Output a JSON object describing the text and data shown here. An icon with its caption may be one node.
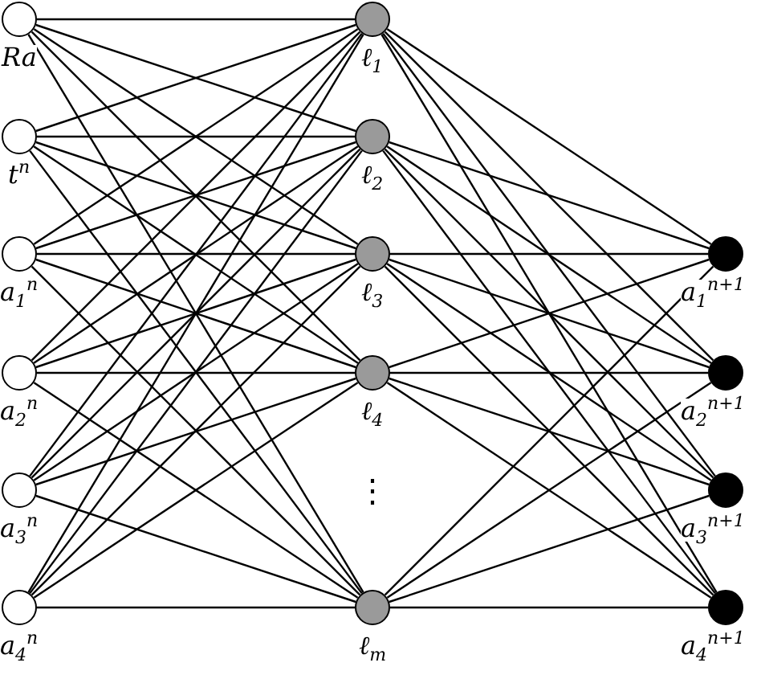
{
  "diagram": {
    "nodes": [
      {
        "text": [],
        "shape": "circle",
        "beside": [
          "Ra"
        ]
      },
      {
        "text": [],
        "shape": "circle",
        "beside": [
          "t$^{n}$"
        ]
      },
      {
        "text": [],
        "shape": "circle",
        "beside": [
          "a$_{1}$$^{n}$"
        ]
      },
      {
        "text": [],
        "shape": "circle",
        "beside": [
          "a$_{2}$$^{n}$"
        ]
      },
      {
        "text": [],
        "shape": "circle",
        "beside": [
          "a$_{3}$$^{n}$"
        ]
      },
      {
        "text": [],
        "shape": "circle",
        "beside": [
          "a$_{4}$$^{n}$"
        ]
      },
      {
        "text": [],
        "shape": "circle",
        "beside": [
          "ℓ$_{1}$"
        ]
      },
      {
        "text": [],
        "shape": "circle",
        "beside": [
          "ℓ$_{2}$"
        ]
      },
      {
        "text": [],
        "shape": "circle",
        "beside": [
          "ℓ$_{3}$"
        ]
      },
      {
        "text": [],
        "shape": "circle",
        "beside": [
          "ℓ$_{4}$"
        ]
      },
      {
        "text": [],
        "shape": "circle",
        "beside": [
          "ℓ$_{m}$"
        ]
      },
      {
        "text": [],
        "shape": "circle",
        "beside": [
          "a$_{1}$$^{n+1}$"
        ]
      },
      {
        "text": [],
        "shape": "circle",
        "beside": [
          "a$_{2}$$^{n+1}$"
        ]
      },
      {
        "text": [],
        "shape": "circle",
        "beside": [
          "a$_{3}$$^{n+1}$"
        ]
      },
      {
        "text": [],
        "shape": "circle",
        "beside": [
          "a$_{4}$$^{n+1}$"
        ]
      }
    ],
    "edges": [
      {
        "from": 0,
        "to": 6,
        "arrow": "none"
      },
      {
        "from": 0,
        "to": 7,
        "arrow": "none"
      },
      {
        "from": 0,
        "to": 8,
        "arrow": "none"
      },
      {
        "from": 0,
        "to": 9,
        "arrow": "none"
      },
      {
        "from": 0,
        "to": 10,
        "arrow": "none"
      },
      {
        "from": 1,
        "to": 6,
        "arrow": "none"
      },
      {
        "from": 1,
        "to": 7,
        "arrow": "none"
      },
      {
        "from": 1,
        "to": 8,
        "arrow": "none"
      },
      {
        "from": 1,
        "to": 9,
        "arrow": "none"
      },
      {
        "from": 1,
        "to": 10,
        "arrow": "none"
      },
      {
        "from": 2,
        "to": 6,
        "arrow": "none"
      },
      {
        "from": 2,
        "to": 7,
        "arrow": "none"
      },
      {
        "from": 2,
        "to": 8,
        "arrow": "none"
      },
      {
        "from": 2,
        "to": 9,
        "arrow": "none"
      },
      {
        "from": 2,
        "to": 10,
        "arrow": "none"
      },
      {
        "from": 3,
        "to": 6,
        "arrow": "none"
      },
      {
        "from": 3,
        "to": 7,
        "arrow": "none"
      },
      {
        "from": 3,
        "to": 8,
        "arrow": "none"
      },
      {
        "from": 3,
        "to": 9,
        "arrow": "none"
      },
      {
        "from": 3,
        "to": 10,
        "arrow": "none"
      },
      {
        "from": 4,
        "to": 6,
        "arrow": "none"
      },
      {
        "from": 4,
        "to": 7,
        "arrow": "none"
      },
      {
        "from": 4,
        "to": 8,
        "arrow": "none"
      },
      {
        "from": 4,
        "to": 9,
        "arrow": "none"
      },
      {
        "from": 4,
        "to": 10,
        "arrow": "none"
      },
      {
        "from": 5,
        "to": 6,
        "arrow": "none"
      },
      {
        "from": 5,
        "to": 7,
        "arrow": "none"
      },
      {
        "from": 5,
        "to": 8,
        "arrow": "none"
      },
      {
        "from": 5,
        "to": 9,
        "arrow": "none"
      },
      {
        "from": 5,
        "to": 10,
        "arrow": "none"
      },
      {
        "from": 6,
        "to": 11,
        "arrow": "none"
      },
      {
        "from": 6,
        "to": 12,
        "arrow": "none"
      },
      {
        "from": 6,
        "to": 13,
        "arrow": "none"
      },
      {
        "from": 6,
        "to": 14,
        "arrow": "none"
      },
      {
        "from": 7,
        "to": 11,
        "arrow": "none"
      },
      {
        "from": 7,
        "to": 12,
        "arrow": "none"
      },
      {
        "from": 7,
        "to": 13,
        "arrow": "none"
      },
      {
        "from": 7,
        "to": 14,
        "arrow": "none"
      },
      {
        "from": 8,
        "to": 11,
        "arrow": "none"
      },
      {
        "from": 8,
        "to": 12,
        "arrow": "none"
      },
      {
        "from": 8,
        "to": 13,
        "arrow": "none"
      },
      {
        "from": 8,
        "to": 14,
        "arrow": "none"
      },
      {
        "from": 9,
        "to": 11,
        "arrow": "none"
      },
      {
        "from": 9,
        "to": 12,
        "arrow": "none"
      },
      {
        "from": 9,
        "to": 13,
        "arrow": "none"
      },
      {
        "from": 9,
        "to": 14,
        "arrow": "none"
      },
      {
        "from": 10,
        "to": 11,
        "arrow": "none"
      },
      {
        "from": 10,
        "to": 12,
        "arrow": "none"
      },
      {
        "from": 10,
        "to": 13,
        "arrow": "none"
      },
      {
        "from": 10,
        "to": 14,
        "arrow": "none"
      }
    ],
    "labels": [
      "⋮"
    ]
  }
}
